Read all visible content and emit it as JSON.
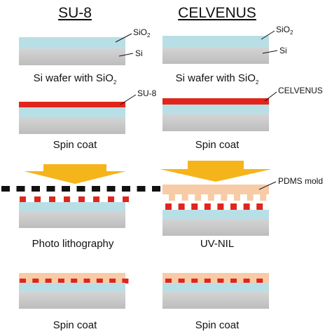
{
  "headers": {
    "left": "SU-8",
    "right": "CELVENUS"
  },
  "labels": {
    "sio2_base": "SiO",
    "sio2_sub": "2",
    "si": "Si",
    "su8": "SU-8",
    "celvenus": "CELVENUS",
    "pdms": "PDMS mold"
  },
  "captions": {
    "wafer_base": "Si wafer with SiO",
    "wafer_sub": "2",
    "spin_coat": "Spin coat",
    "photo": "Photo lithography",
    "uvnil": "UV-NIL"
  },
  "colors": {
    "si": "#c8c8c8",
    "sio2": "#b9dfe6",
    "resist": "#e0261c",
    "pdms": "#f7cba6",
    "arrow": "#f5b41a",
    "mask": "#111111"
  }
}
